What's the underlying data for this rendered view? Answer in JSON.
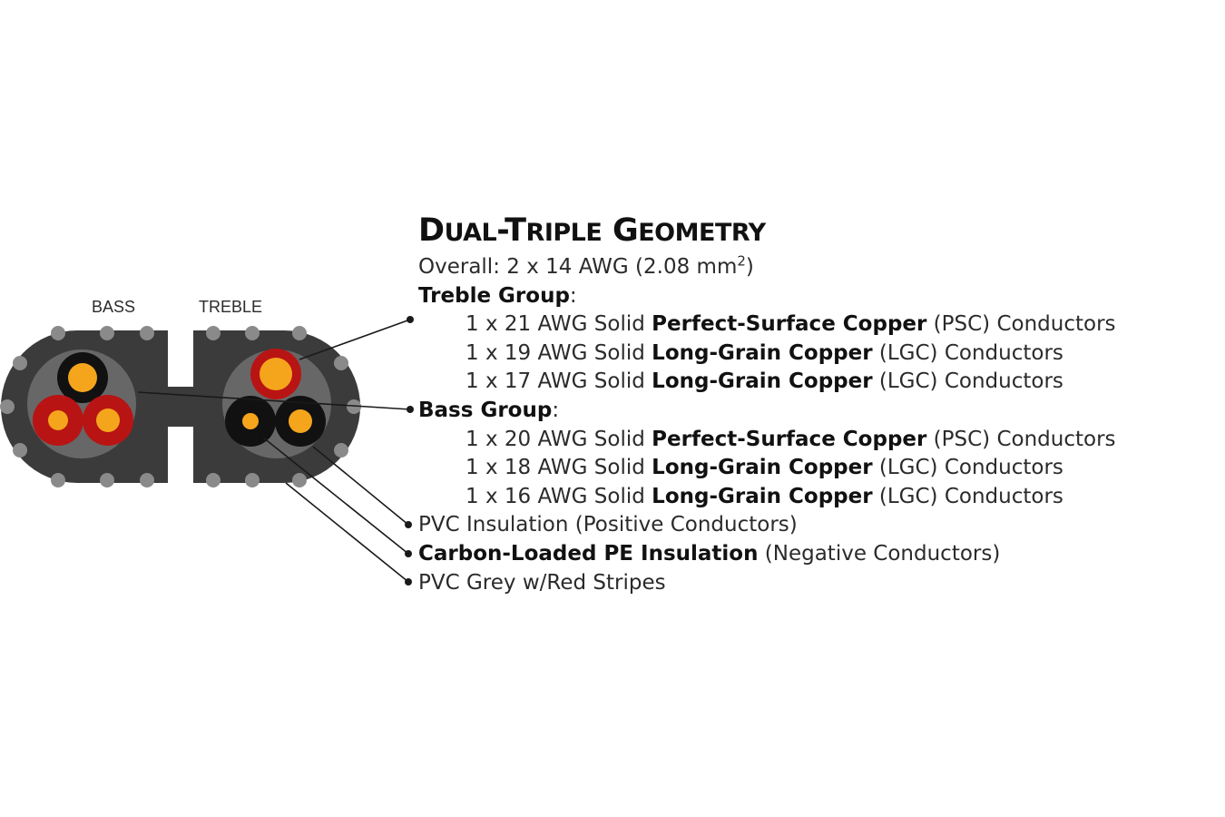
{
  "colors": {
    "jacket": "#3b3b3b",
    "jacket_stripe": "#8a8a8a",
    "inner_core": "#8c8c8c",
    "positive_insulation": "#b81414",
    "negative_insulation": "#111111",
    "copper": "#f5a51c",
    "leader_line": "#1a1a1a"
  },
  "cable": {
    "bass_label": "BASS",
    "treble_label": "TREBLE"
  },
  "spec": {
    "title_prefix_cap": "D",
    "title_prefix_rest": "UAL",
    "title_dash": "-",
    "title_word2_cap": "T",
    "title_word2_rest": "RIPLE",
    "title_word3_cap": "G",
    "title_word3_rest": "EOMETRY",
    "overall": "Overall: 2 x 14 AWG  (2.08 mm",
    "overall_sup": "2",
    "overall_close": ")",
    "treble_group": {
      "label": "Treble Group",
      "colon": ":",
      "items": [
        {
          "prefix": "1 x 21 AWG Solid ",
          "bold": "Perfect-Surface Copper",
          "suffix": " (PSC) Conductors"
        },
        {
          "prefix": "1 x 19 AWG Solid ",
          "bold": "Long-Grain Copper",
          "suffix": " (LGC) Conductors"
        },
        {
          "prefix": "1 x 17 AWG Solid ",
          "bold": "Long-Grain Copper",
          "suffix": " (LGC) Conductors"
        }
      ]
    },
    "bass_group": {
      "label": "Bass Group",
      "colon": ":",
      "items": [
        {
          "prefix": "1 x 20 AWG Solid ",
          "bold": "Perfect-Surface Copper",
          "suffix": " (PSC) Conductors"
        },
        {
          "prefix": "1 x 18 AWG Solid ",
          "bold": "Long-Grain Copper",
          "suffix": " (LGC) Conductors"
        },
        {
          "prefix": "1 x 16 AWG Solid ",
          "bold": "Long-Grain Copper",
          "suffix": " (LGC) Conductors"
        }
      ]
    },
    "pvc_insulation": "PVC Insulation (Positive Conductors)",
    "pe_insulation_bold": "Carbon-Loaded PE Insulation",
    "pe_insulation_rest": " (Negative Conductors)",
    "jacket": "PVC Grey w/Red Stripes"
  }
}
